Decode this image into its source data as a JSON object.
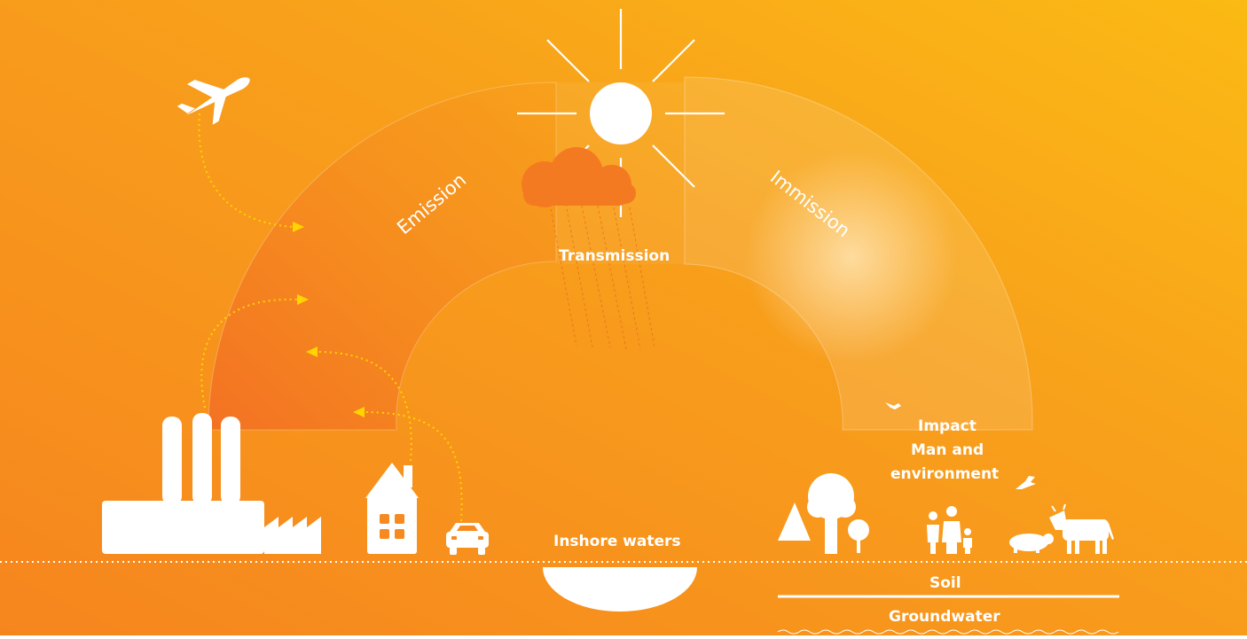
{
  "labels": {
    "emission": "Emission",
    "immission": "Immission",
    "transmission": "Transmission",
    "impact": "Impact",
    "man_and": "Man and",
    "environment": "environment",
    "inshore_waters": "Inshore waters",
    "soil": "Soil",
    "groundwater": "Groundwater"
  },
  "colors": {
    "background_start": "#f5851f",
    "background_end": "#fbb616",
    "arrow": "#ffd400",
    "cloud": "#f47d22",
    "white": "#ffffff"
  },
  "icons": [
    "airplane-icon",
    "factory-icon",
    "house-icon",
    "car-icon",
    "sun-icon",
    "cloud-icon",
    "tree-icon",
    "people-icon",
    "pig-icon",
    "cow-icon",
    "bird-icon"
  ]
}
